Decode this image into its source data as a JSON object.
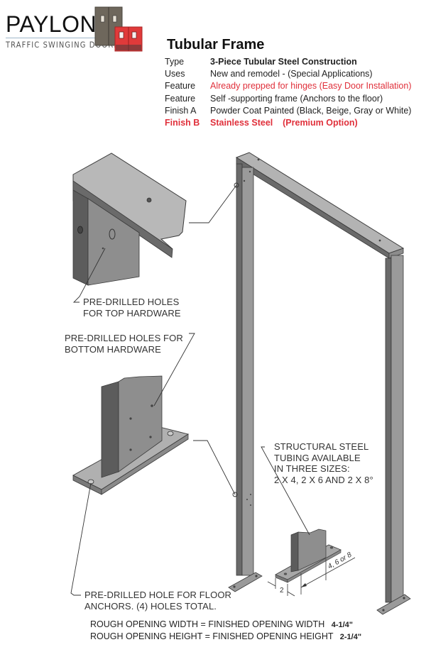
{
  "brand": {
    "name": "PAYLON",
    "tagline": "TRAFFIC SWINGING DOORS",
    "logo_icon": "double-swinging-doors-icon",
    "colors": {
      "door_dark": "#6e675c",
      "door_red": "#e03a3a",
      "rule": "#9fb6c9"
    }
  },
  "product": {
    "title": "Tubular Frame",
    "specs": [
      {
        "key": "Type",
        "value": "3-Piece Tubular Steel Construction",
        "style": "bold"
      },
      {
        "key": "Uses",
        "value": "New and remodel - (Special Applications)",
        "style": "normal"
      },
      {
        "key": "Feature",
        "value": "Already prepped for hinges (Easy Door Installation)",
        "style": "red"
      },
      {
        "key": "Feature",
        "value": "Self -supporting frame (Anchors to the floor)",
        "style": "normal"
      },
      {
        "key": "Finish A",
        "value": "Powder Coat Painted (Black, Beige, Gray or White)",
        "style": "normal"
      },
      {
        "key": "Finish B",
        "value": "Stainless Steel    (Premium Option)",
        "style": "red-bold"
      }
    ],
    "accent_red": "#e0303b"
  },
  "drawing": {
    "callouts": {
      "top_hardware": [
        "PRE-DRILLED HOLES",
        "FOR TOP HARDWARE"
      ],
      "bottom_hardware": [
        "PRE-DRILLED HOLES FOR",
        "BOTTOM HARDWARE"
      ],
      "tubing": [
        "STRUCTURAL STEEL",
        "TUBING AVAILABLE",
        "IN THREE SIZES:",
        "2 X 4, 2 X 6 AND 2 X 8°"
      ],
      "floor_anchor": [
        "PRE-DRILLED HOLE FOR FLOOR",
        "ANCHORS.  (4) HOLES TOTAL."
      ]
    },
    "dimensions": {
      "depth": "2",
      "width": "4, 6 or 8"
    },
    "steel_colors": {
      "light": "#b4b4b4",
      "mid": "#8c8c8c",
      "dark": "#5e5e5e",
      "edge": "#3a3a3a"
    }
  },
  "footer": {
    "rows": [
      {
        "text": "ROUGH OPENING WIDTH = FINISHED OPENING WIDTH",
        "value": "4-1/4\""
      },
      {
        "text": "ROUGH OPENING HEIGHT = FINISHED OPENING HEIGHT",
        "value": "2-1/4\""
      }
    ]
  }
}
